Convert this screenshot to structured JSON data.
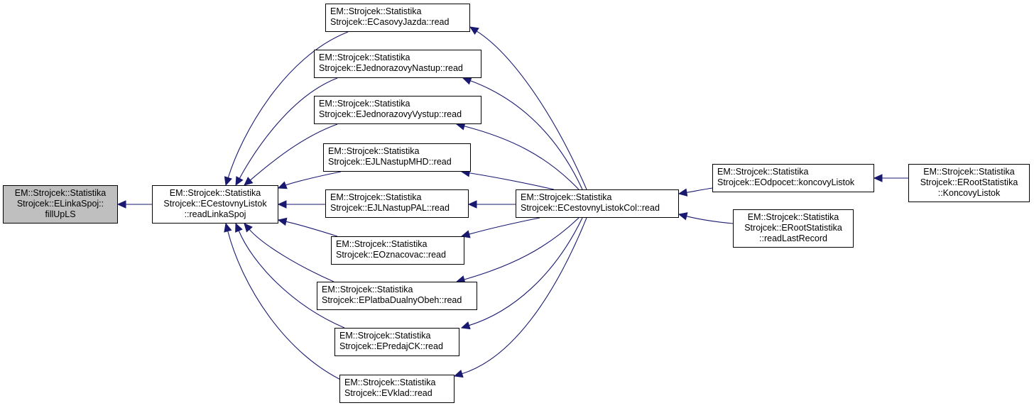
{
  "diagram": {
    "type": "call-graph",
    "edge_color": "#191970",
    "nodes": [
      {
        "id": "fillUpLS",
        "lines": [
          "EM::Strojcek::Statistika",
          "Strojcek::ELinkaSpoj::",
          "fillUpLS"
        ],
        "highlighted": true
      },
      {
        "id": "readLinkaSpoj",
        "lines": [
          "EM::Strojcek::Statistika",
          "Strojcek::ECestovnyListok",
          "::readLinkaSpoj"
        ]
      },
      {
        "id": "ECasovyJazda",
        "lines": [
          "EM::Strojcek::Statistika",
          "Strojcek::ECasovyJazda::read"
        ]
      },
      {
        "id": "EJednorazovyNastup",
        "lines": [
          "EM::Strojcek::Statistika",
          "Strojcek::EJednorazovyNastup::read"
        ]
      },
      {
        "id": "EJednorazovyVystup",
        "lines": [
          "EM::Strojcek::Statistika",
          "Strojcek::EJednorazovyVystup::read"
        ]
      },
      {
        "id": "EJLNastupMHD",
        "lines": [
          "EM::Strojcek::Statistika",
          "Strojcek::EJLNastupMHD::read"
        ]
      },
      {
        "id": "EJLNastupPAL",
        "lines": [
          "EM::Strojcek::Statistika",
          "Strojcek::EJLNastupPAL::read"
        ]
      },
      {
        "id": "EOznacovac",
        "lines": [
          "EM::Strojcek::Statistika",
          "Strojcek::EOznacovac::read"
        ]
      },
      {
        "id": "EPlatbaDualnyObeh",
        "lines": [
          "EM::Strojcek::Statistika",
          "Strojcek::EPlatbaDualnyObeh::read"
        ]
      },
      {
        "id": "EPredajCK",
        "lines": [
          "EM::Strojcek::Statistika",
          "Strojcek::EPredajCK::read"
        ]
      },
      {
        "id": "EVklad",
        "lines": [
          "EM::Strojcek::Statistika",
          "Strojcek::EVklad::read"
        ]
      },
      {
        "id": "ECestovnyListokCol",
        "lines": [
          "EM::Strojcek::Statistika",
          "Strojcek::ECestovnyListokCol::read"
        ]
      },
      {
        "id": "koncovyListok",
        "lines": [
          "EM::Strojcek::Statistika",
          "Strojcek::EOdpocet::koncovyListok"
        ]
      },
      {
        "id": "readLastRecord",
        "lines": [
          "EM::Strojcek::Statistika",
          "Strojcek::ERootStatistika",
          "::readLastRecord"
        ]
      },
      {
        "id": "KoncovyListok",
        "lines": [
          "EM::Strojcek::Statistika",
          "Strojcek::ERootStatistika",
          "::KoncovyListok"
        ]
      }
    ],
    "edges": [
      {
        "from": "readLinkaSpoj",
        "to": "fillUpLS"
      },
      {
        "from": "ECasovyJazda",
        "to": "readLinkaSpoj"
      },
      {
        "from": "EJednorazovyNastup",
        "to": "readLinkaSpoj"
      },
      {
        "from": "EJednorazovyVystup",
        "to": "readLinkaSpoj"
      },
      {
        "from": "EJLNastupMHD",
        "to": "readLinkaSpoj"
      },
      {
        "from": "EJLNastupPAL",
        "to": "readLinkaSpoj"
      },
      {
        "from": "EOznacovac",
        "to": "readLinkaSpoj"
      },
      {
        "from": "EPlatbaDualnyObeh",
        "to": "readLinkaSpoj"
      },
      {
        "from": "EPredajCK",
        "to": "readLinkaSpoj"
      },
      {
        "from": "EVklad",
        "to": "readLinkaSpoj"
      },
      {
        "from": "ECestovnyListokCol",
        "to": "ECasovyJazda"
      },
      {
        "from": "ECestovnyListokCol",
        "to": "EJednorazovyNastup"
      },
      {
        "from": "ECestovnyListokCol",
        "to": "EJednorazovyVystup"
      },
      {
        "from": "ECestovnyListokCol",
        "to": "EJLNastupMHD"
      },
      {
        "from": "ECestovnyListokCol",
        "to": "EJLNastupPAL"
      },
      {
        "from": "ECestovnyListokCol",
        "to": "EOznacovac"
      },
      {
        "from": "ECestovnyListokCol",
        "to": "EPlatbaDualnyObeh"
      },
      {
        "from": "ECestovnyListokCol",
        "to": "EPredajCK"
      },
      {
        "from": "ECestovnyListokCol",
        "to": "EVklad"
      },
      {
        "from": "koncovyListok",
        "to": "ECestovnyListokCol"
      },
      {
        "from": "readLastRecord",
        "to": "ECestovnyListokCol"
      },
      {
        "from": "KoncovyListok",
        "to": "koncovyListok"
      }
    ]
  }
}
